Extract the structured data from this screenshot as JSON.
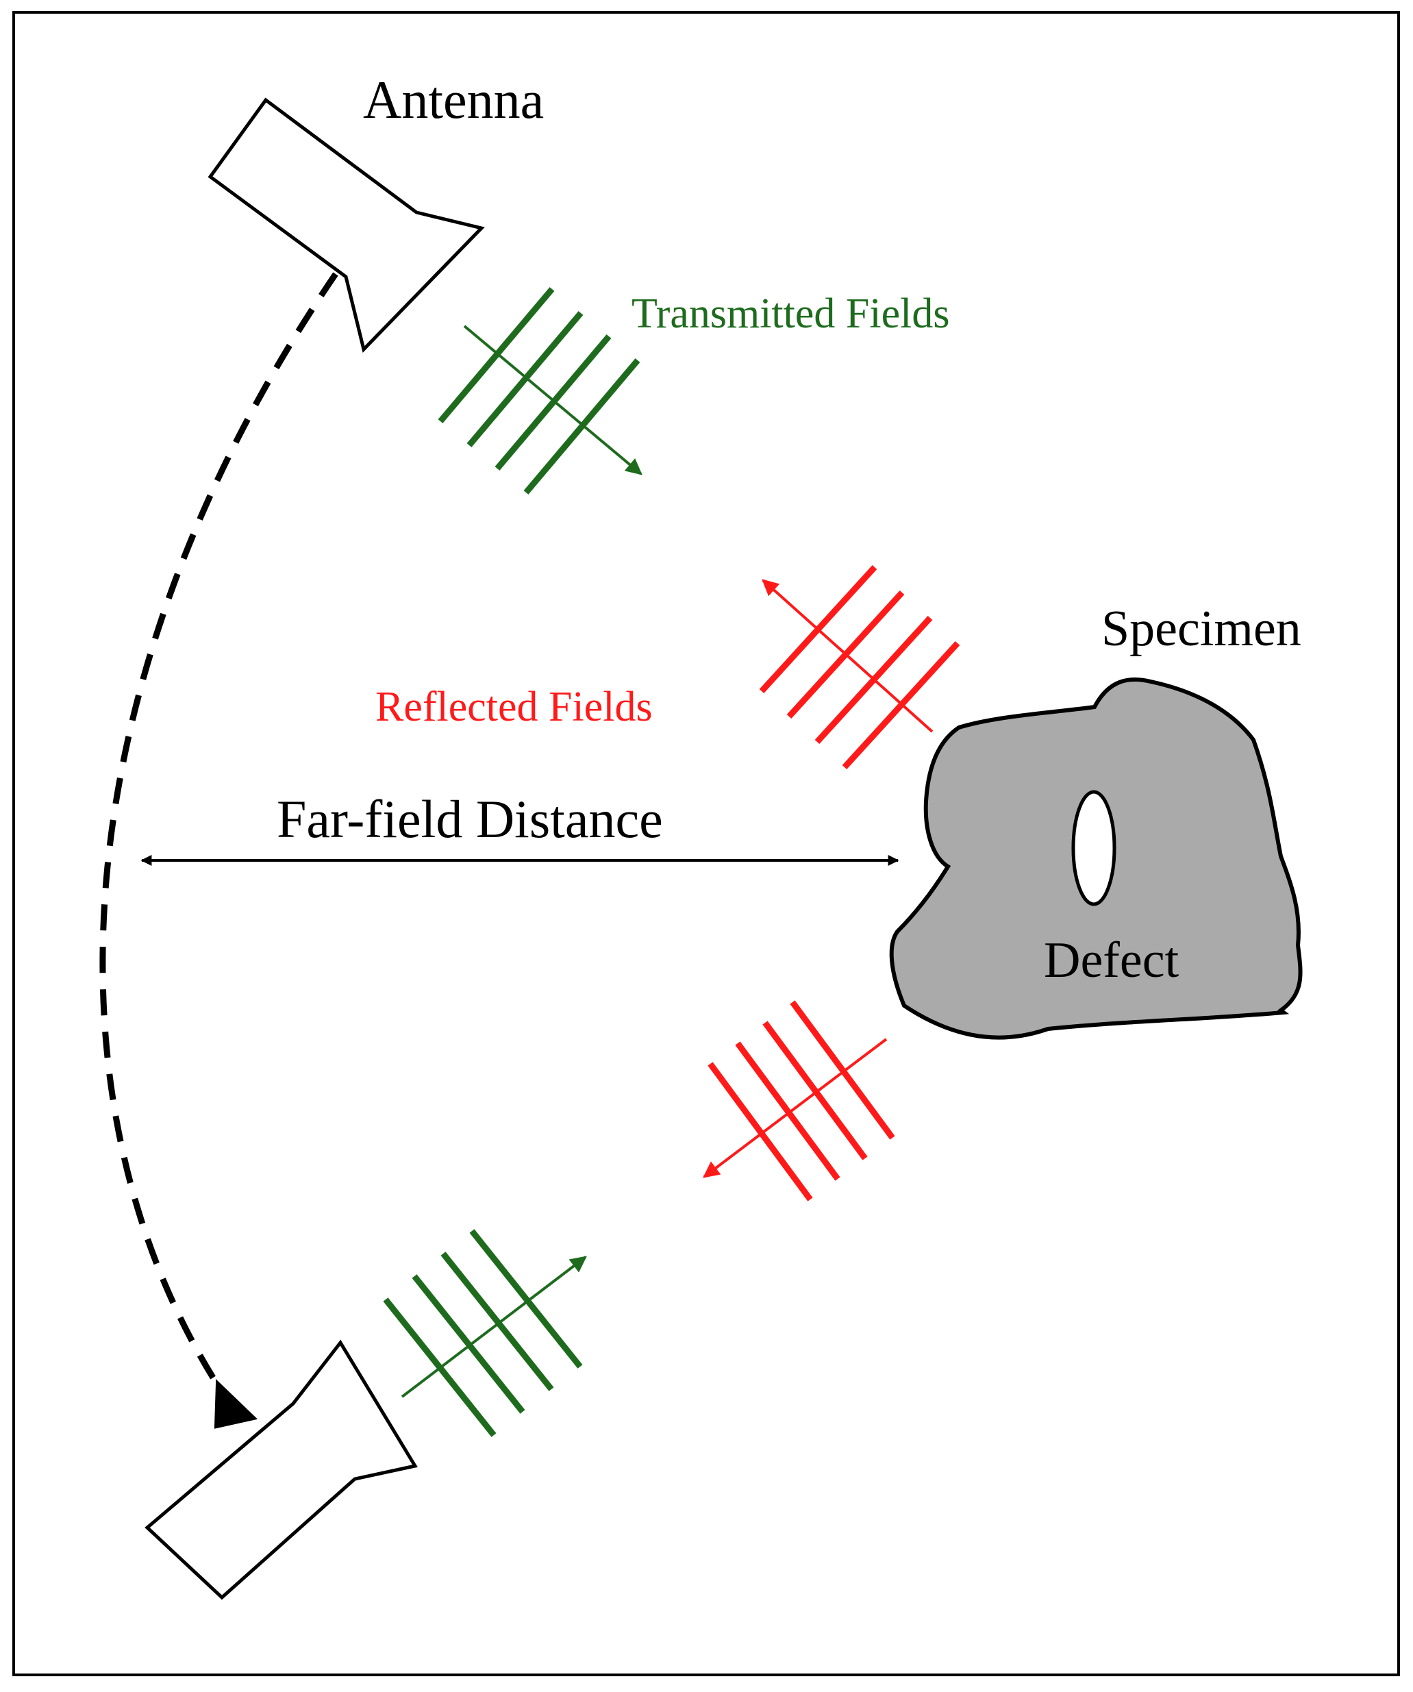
{
  "labels": {
    "antenna": "Antenna",
    "transmitted": "Transmitted Fields",
    "reflected": "Reflected Fields",
    "specimen": "Specimen",
    "defect": "Defect",
    "distance": "Far-field Distance"
  },
  "colors": {
    "transmitted": "#1e6b1e",
    "reflected": "#ff1a1a",
    "specimen_fill": "#aaaaaa",
    "stroke": "#000000"
  }
}
